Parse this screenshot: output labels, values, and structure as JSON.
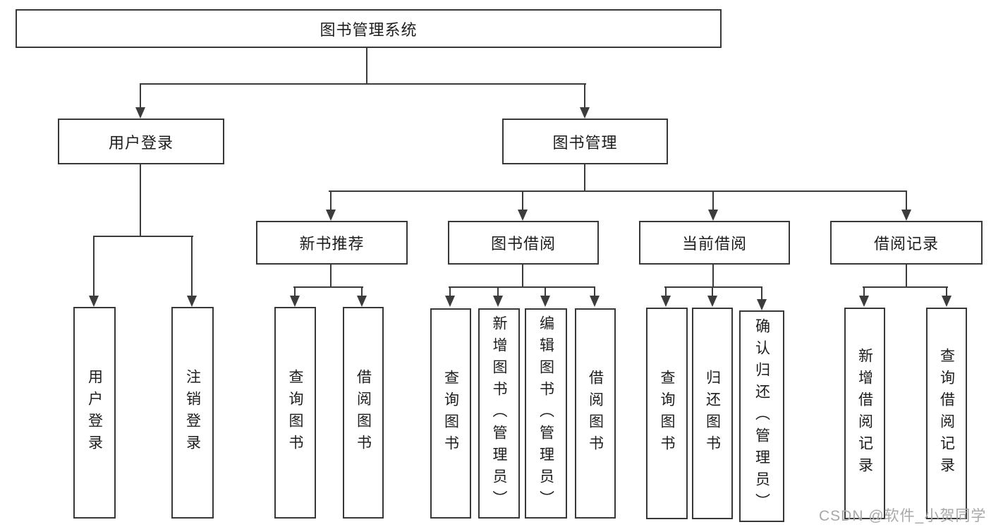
{
  "diagram": {
    "type": "hierarchy-tree",
    "root": {
      "label": "图书管理系统"
    },
    "level2": [
      {
        "label": "用户登录"
      },
      {
        "label": "图书管理"
      }
    ],
    "level3": [
      {
        "label": "新书推荐"
      },
      {
        "label": "图书借阅"
      },
      {
        "label": "当前借阅"
      },
      {
        "label": "借阅记录"
      }
    ],
    "leaves": {
      "user_login": [
        {
          "label": "用户登录"
        },
        {
          "label": "注销登录"
        }
      ],
      "new_book_recommend": [
        {
          "label": "查询图书"
        },
        {
          "label": "借阅图书"
        }
      ],
      "book_borrow": [
        {
          "label": "查询图书"
        },
        {
          "label": "新增图书（管理员）"
        },
        {
          "label": "编辑图书（管理员）"
        },
        {
          "label": "借阅图书"
        }
      ],
      "current_borrow": [
        {
          "label": "查询图书"
        },
        {
          "label": "归还图书"
        },
        {
          "label": "确认归还（管理员）"
        }
      ],
      "borrow_record": [
        {
          "label": "新增借阅记录"
        },
        {
          "label": "查询借阅记录"
        }
      ]
    },
    "watermark": {
      "text": "CSDN @软件_小贺同学"
    },
    "colors": {
      "line": "#3c3c3c",
      "border": "#383838",
      "text": "#1d1d1d",
      "watermark": "#a8a8a8",
      "background": "#ffffff"
    }
  }
}
